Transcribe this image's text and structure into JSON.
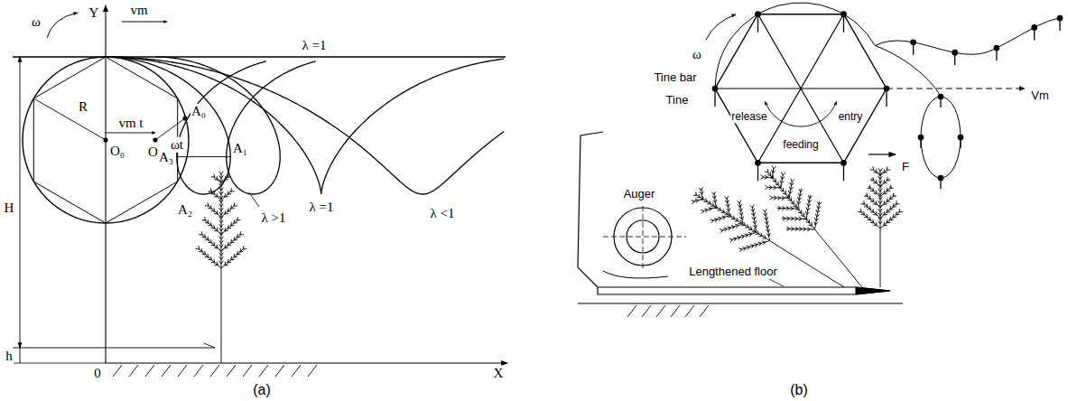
{
  "diagram": {
    "labels": [
      "Y",
      "ω",
      "vm",
      "λ =1",
      "R",
      "O₀",
      "vm t",
      "O₁",
      "ωt",
      "A₀",
      "A₁",
      "A₃",
      "A₂",
      "H",
      "λ >1",
      "λ =1",
      "λ <1",
      "h",
      "0",
      "X",
      "ω",
      "Tine bar",
      "Tine",
      "release",
      "feeding",
      "entry",
      "F",
      "Vm",
      "Auger",
      "Lengthened floor",
      "(a)",
      "(b)"
    ]
  }
}
